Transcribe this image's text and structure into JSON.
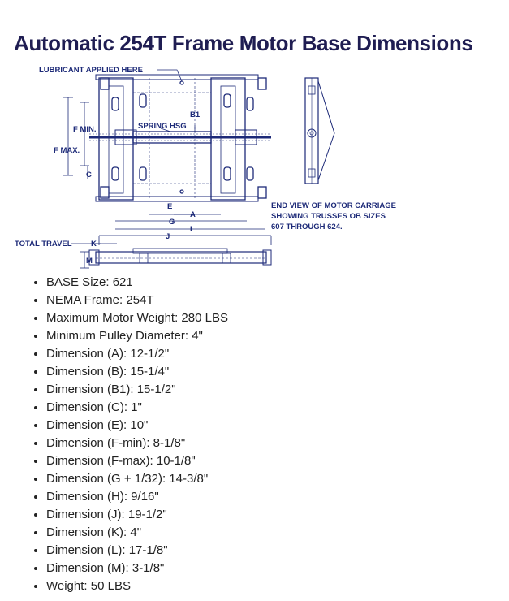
{
  "page": {
    "title": "Automatic 254T Frame Motor Base Dimensions"
  },
  "drawing": {
    "labels": {
      "lubricant": "LUBRICANT APPLIED HERE",
      "b1": "B1",
      "spring_hsg": "SPRING HSG",
      "f_min": "F MIN.",
      "f_max": "F MAX.",
      "c": "C",
      "e": "E",
      "a": "A",
      "g": "G",
      "l": "L",
      "j": "J",
      "k": "K",
      "m": "M",
      "total_travel": "TOTAL TRAVEL",
      "end_view_1": "END VIEW OF MOTOR CARRIAGE",
      "end_view_2": "SHOWING TRUSSES OB SIZES",
      "end_view_3": "607 THROUGH 624."
    },
    "line_color": "#1d2a78"
  },
  "specs": [
    "BASE Size: 621",
    "NEMA Frame: 254T",
    "Maximum Motor Weight: 280 LBS",
    "Minimum Pulley Diameter: 4\"",
    "Dimension (A): 12-1/2\"",
    "Dimension (B): 15-1/4\"",
    "Dimension (B1): 15-1/2\"",
    "Dimension (C): 1\"",
    "Dimension (E): 10\"",
    "Dimension (F-min): 8-1/8\"",
    "Dimension (F-max): 10-1/8\"",
    "Dimension (G + 1/32): 14-3/8\"",
    "Dimension (H): 9/16\"",
    "Dimension (J): 19-1/2\"",
    "Dimension (K): 4\"",
    "Dimension (L): 17-1/8\"",
    "Dimension (M): 3-1/8\"",
    "Weight: 50 LBS"
  ]
}
